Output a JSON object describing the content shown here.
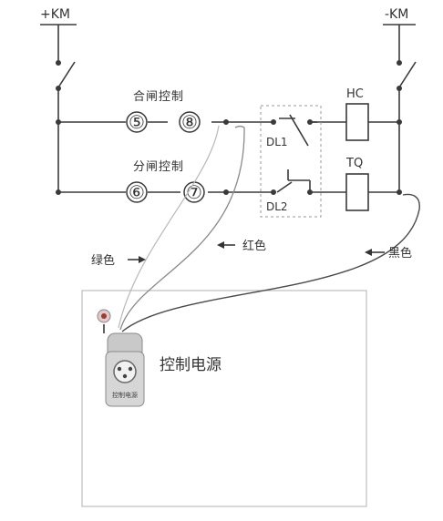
{
  "supply": {
    "positive": "+KM",
    "negative": "-KM"
  },
  "controls": {
    "close_label": "合闸控制",
    "open_label": "分闸控制"
  },
  "terminals": {
    "t5": "⑤",
    "t8": "⑧",
    "t6": "⑥",
    "t7": "⑦"
  },
  "contacts": {
    "dl1": "DL1",
    "dl2": "DL2"
  },
  "coils": {
    "hc": "HC",
    "tq": "TQ"
  },
  "leads": {
    "green": "绿色",
    "red": "红色",
    "black": "黑色"
  },
  "device": {
    "title": "控制电源",
    "socket_label": "控制电源"
  }
}
